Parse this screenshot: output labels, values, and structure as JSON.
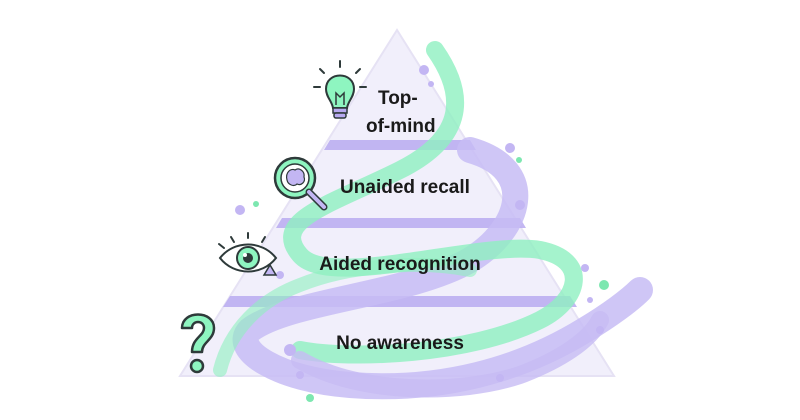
{
  "diagram": {
    "tiers": [
      {
        "label_lines": [
          "Top-",
          "of-mind"
        ],
        "icon": "lightbulb-icon"
      },
      {
        "label": "Unaided recall",
        "icon": "magnifier-brain-icon"
      },
      {
        "label": "Aided recognition",
        "icon": "eye-icon"
      },
      {
        "label": "No awareness",
        "icon": "question-mark-icon"
      }
    ],
    "colors": {
      "pyramid_fill": "#f1effb",
      "pyramid_stroke": "#e6e2f4",
      "separator": "#b8aaf0",
      "swirl_green": "#8ff0c0",
      "swirl_purple": "#c7bcf4",
      "icon_green": "#8ef5c0",
      "icon_stroke": "#2e3a3a",
      "dot_purple": "#c3b6f3",
      "dot_green": "#7de7b0",
      "text": "#1a1a1a"
    }
  }
}
